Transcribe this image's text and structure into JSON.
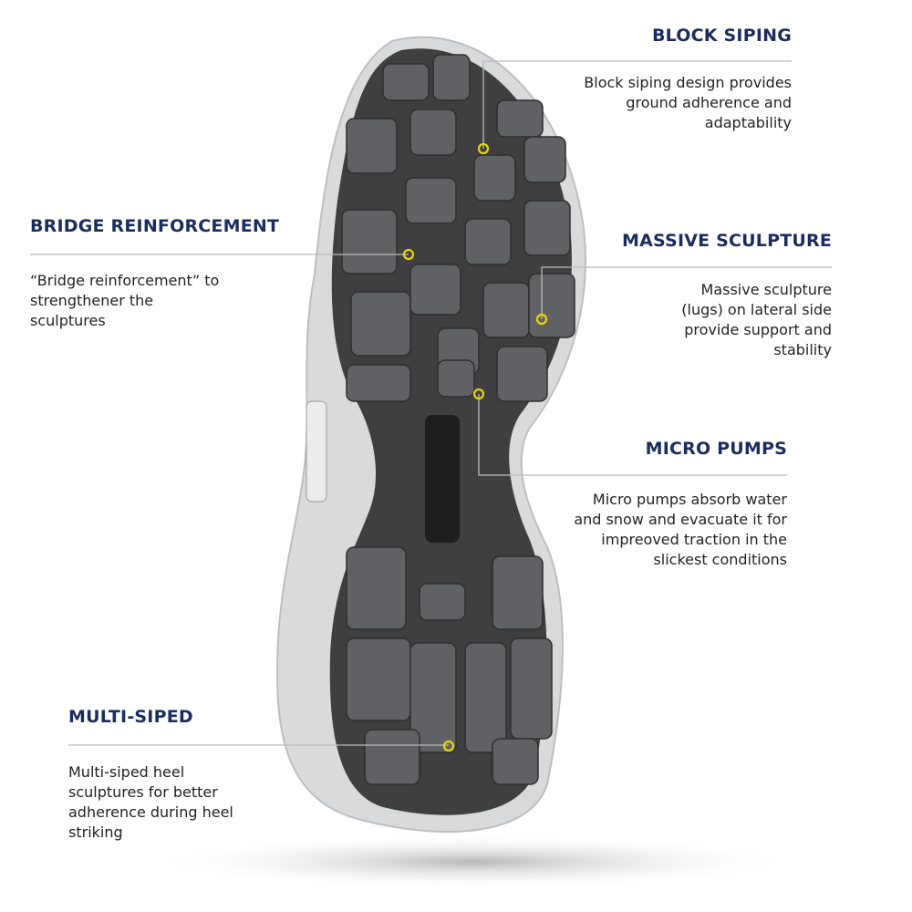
{
  "features": [
    {
      "title": "BLOCK SIPING",
      "text": "Block siping design provides ground adherence and adaptability"
    },
    {
      "title": "BRIDGE REINFORCEMENT",
      "text": "“Bridge reinforcement” to strengthener the sculptures"
    },
    {
      "title": "MASSIVE SCULPTURE",
      "text": "Massive sculpture (lugs) on lateral side provide support and stability"
    },
    {
      "title": "MICRO PUMPS",
      "text": "Micro pumps absorb water and snow and evacuate it for impreoved traction in the slickest conditions"
    },
    {
      "title": "MULTI-SIPED",
      "text": "Multi-siped heel sculptures for better adherence during heel striking"
    }
  ],
  "colors": {
    "heading": "#1b2d5c",
    "marker": "#e5d800",
    "leader": "#bbbbbb",
    "sole": "#4a4a4c",
    "lug": "#5e5f62",
    "midsole": "#d9dadc"
  }
}
